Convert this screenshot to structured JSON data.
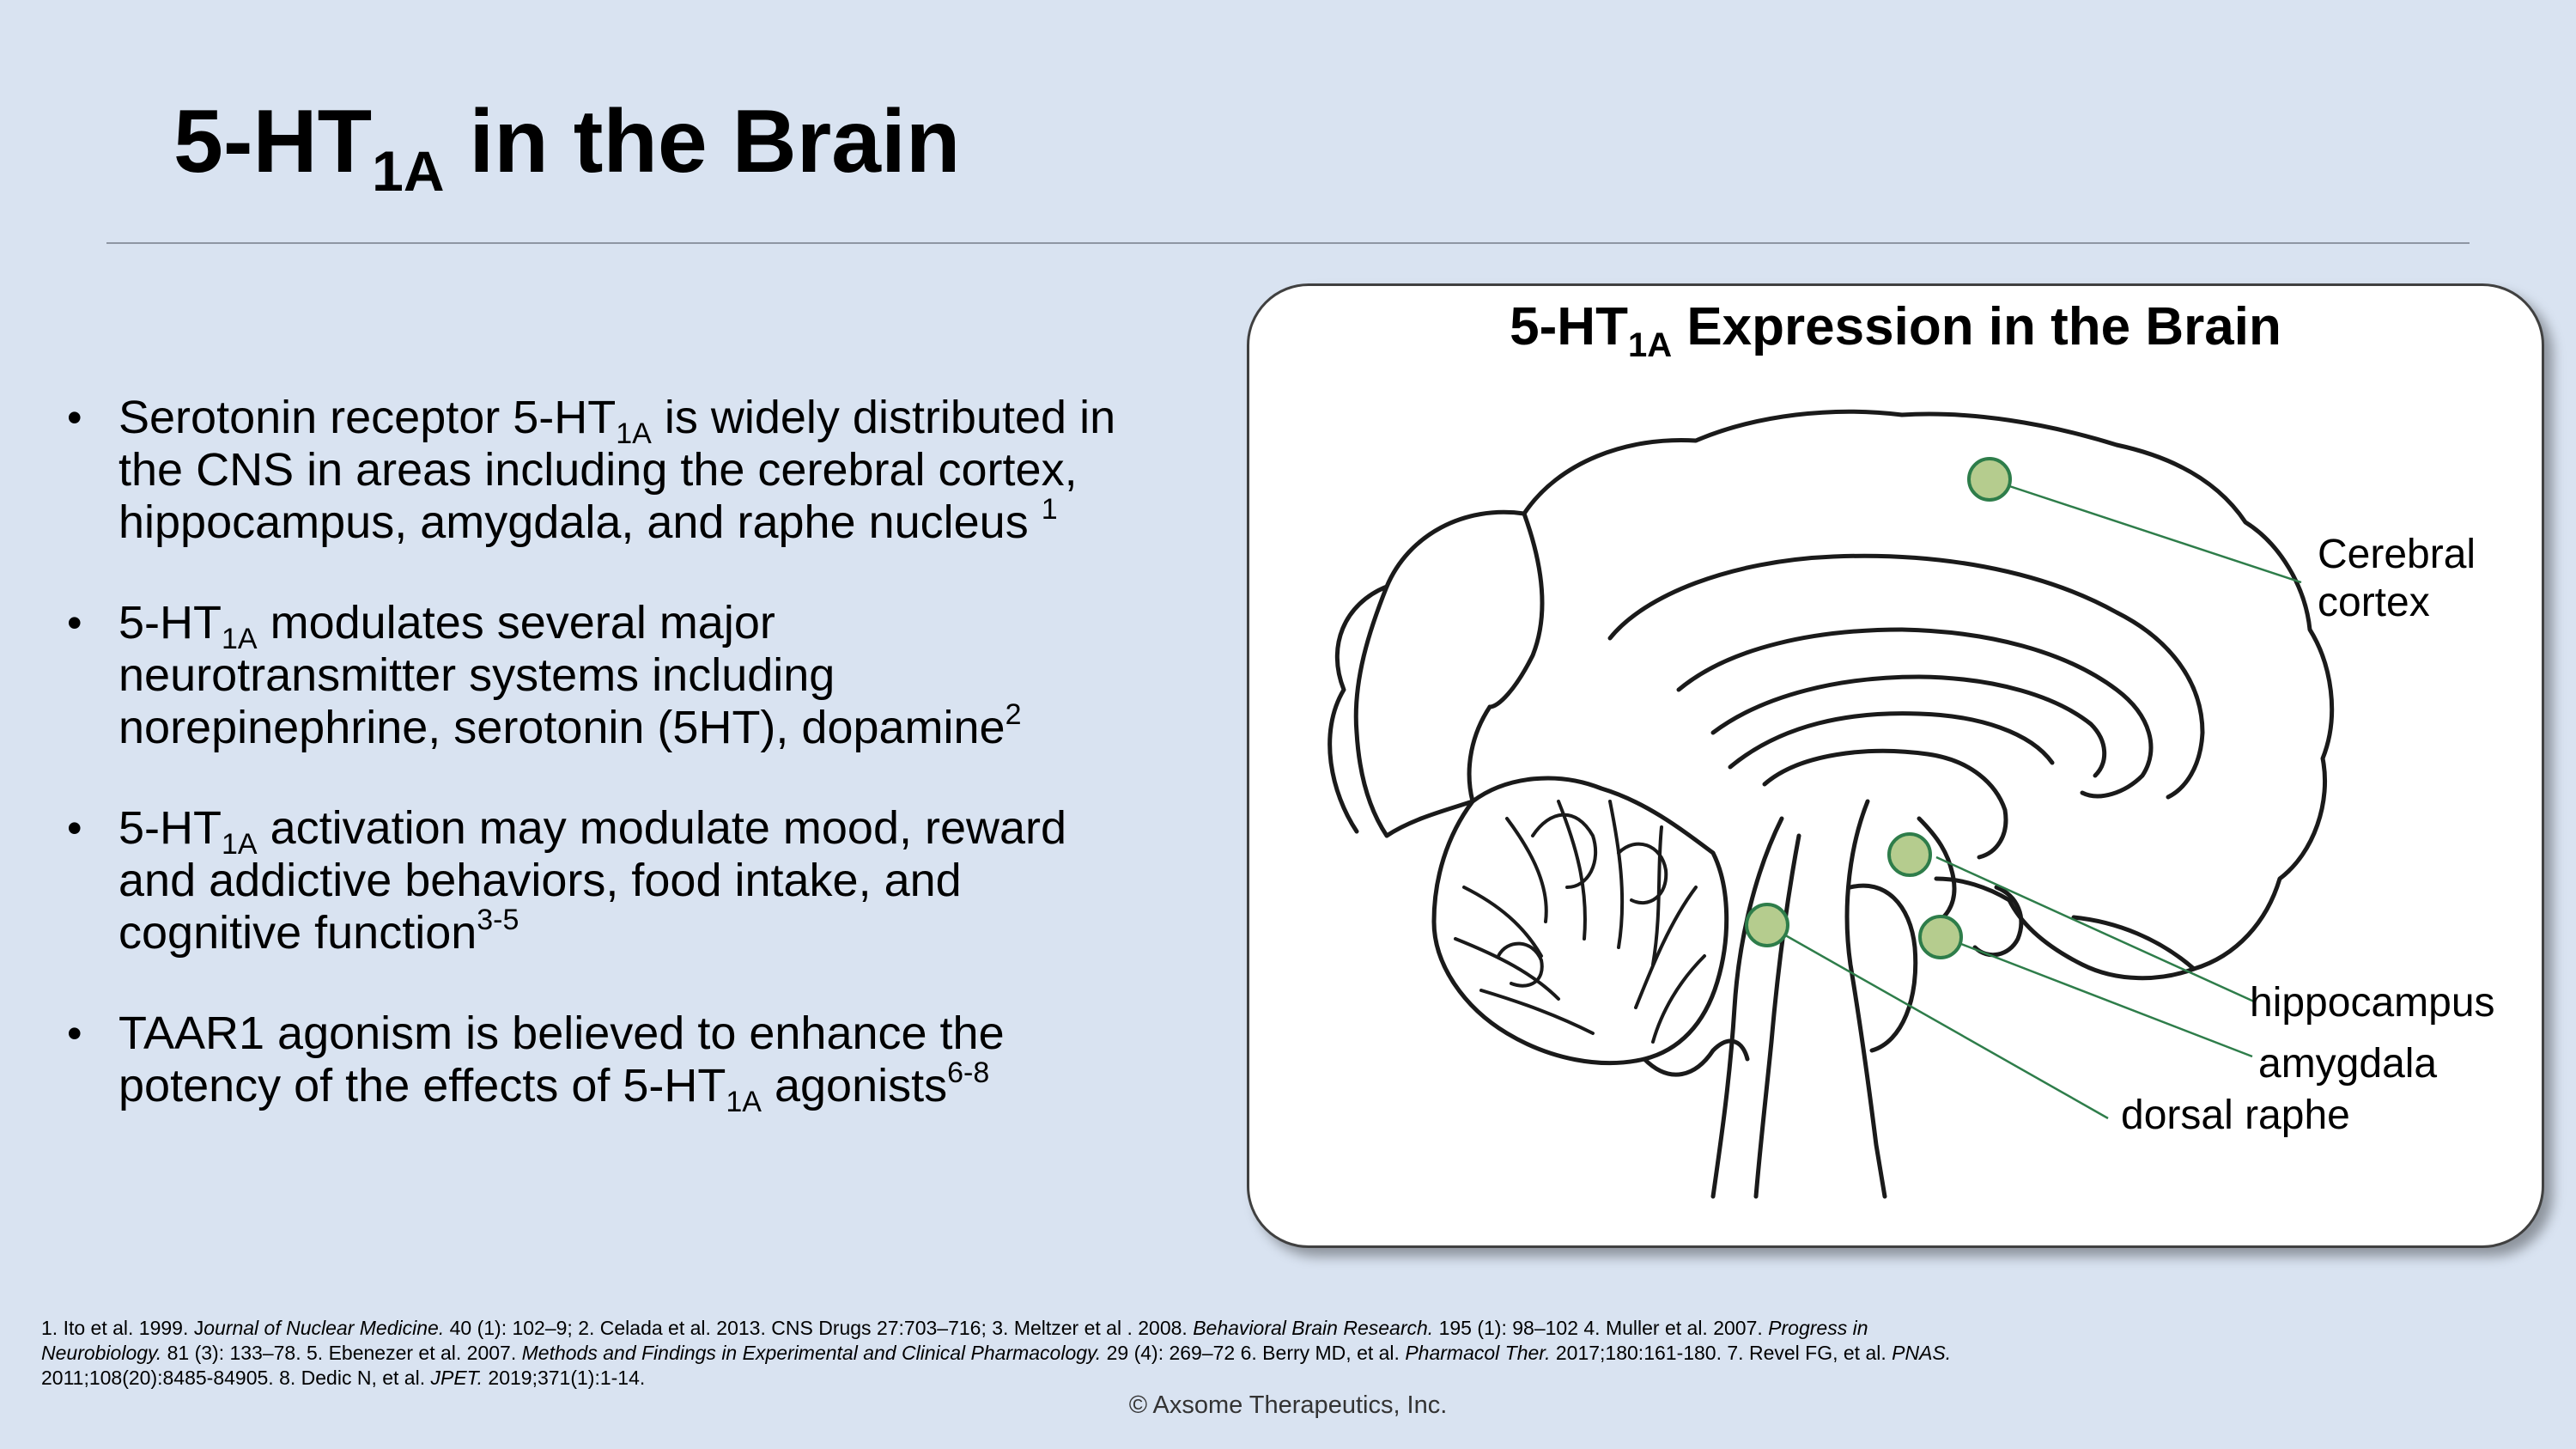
{
  "slide": {
    "title_prefix": "5-HT",
    "title_sub": "1A",
    "title_suffix": " in the Brain"
  },
  "bullets": [
    {
      "line1_a": "Serotonin receptor 5-HT",
      "line1_sub": "1A",
      "line1_b": " is widely distributed in",
      "line2": "the CNS  in areas including the cerebral cortex,",
      "line3": "hippocampus, amygdala, and raphe nucleus ",
      "line3_sup": "1"
    },
    {
      "line1_a": "5-HT",
      "line1_sub": "1A",
      "line1_b": " modulates several major",
      "line2": "neurotransmitter systems including",
      "line3": "norepinephrine, serotonin (5HT), dopamine",
      "line3_sup": "2"
    },
    {
      "line1_a": "5-HT",
      "line1_sub": "1A",
      "line1_b": " activation may modulate mood, reward",
      "line2": "and addictive behaviors, food intake, and",
      "line3": "cognitive function",
      "line3_sup": "3-5"
    },
    {
      "line1": "TAAR1 agonism is believed to enhance the",
      "line2_a": "potency of the effects of 5-HT",
      "line2_sub": "1A",
      "line2_b": " agonists",
      "line2_sup": "6-8"
    }
  ],
  "bullet_glyph": "•",
  "panel": {
    "title_prefix": "5-HT",
    "title_sub": "1A",
    "title_suffix": " Expression in the Brain",
    "labels": {
      "cerebral_line1": "Cerebral",
      "cerebral_line2": "cortex",
      "hippocampus": "hippocampus",
      "amygdala": "amygdala",
      "dorsal_raphe": "dorsal raphe"
    }
  },
  "references": {
    "r1a": "1. Ito et al. 1999. J",
    "r1b": "ournal of Nuclear Medicine.",
    "r1c": " 40 (1): 102–9; 2. Celada et al. 2013. CNS Drugs ",
    "r1d": "27:703–716; 3. Meltzer et al . 2008. ",
    "r1e": "Behavioral Brain Research.",
    "r1f": " 195 (1): 98–102 4. Muller et al. 2007. ",
    "r1g": "Progress in",
    "r2a": "Neurobiology.",
    "r2b": " 81 (3): 133–78. 5. Ebenezer  et al. 2007. ",
    "r2c": "Methods and Findings in Experimental and Clinical Pharmacology.",
    "r2d": " 29 (4): 269–72 6. Berry MD, et al. ",
    "r2e": "Pharmacol Ther.",
    "r2f": " 2017;180:161-180. 7. Revel FG, et al. ",
    "r2g": "PNAS.",
    "r3a": "2011;108(20):8485-84905. 8. Dedic N, et al. ",
    "r3b": "JPET.",
    "r3c": " 2019;371(1):1-14."
  },
  "footer": {
    "copyright": "© Axsome Therapeutics, Inc."
  },
  "colors": {
    "background": "#d9e3f1",
    "marker_fill": "#b5cc8e",
    "marker_stroke": "#2e7d4a",
    "leader_line": "#2e7d4a"
  }
}
